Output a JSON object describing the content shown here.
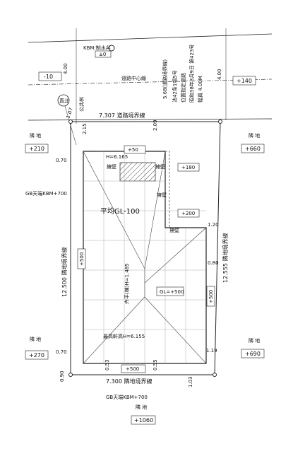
{
  "drawing": {
    "benchmark": {
      "label": "KBM:制水弁",
      "value": "±0"
    },
    "road_center_label": "道路中心線",
    "road_boundary": "7.307 道路境界線",
    "road_law_lines": [
      "法42条1項5号",
      "位置指定道路",
      "昭和38年3月9日 第423号",
      "幅員 4.00M"
    ],
    "road_vertical_dim": "5.68(道路境界線)",
    "level_boxes": {
      "nw_road": "-10",
      "ne_road": "+140",
      "west_upper": "+210",
      "east_upper": "+660",
      "west_lower": "+270",
      "east_lower": "+690",
      "south": "+1060",
      "site_top": "+50",
      "site_ne": "+180",
      "site_mid": "+200",
      "west_inner": "+500",
      "east_inner": "+500",
      "bottom_inner": "+500",
      "gl": "GL=+500"
    },
    "neighbor_label": "隣 地",
    "wall_labels": [
      "擁壁",
      "擁壁",
      "擁壁",
      "擁壁"
    ],
    "avg_gl": "平均GL-100",
    "max_height": "H=6.165",
    "eave_height": "最高軒高H=6.155",
    "center_line_lbl": "卉平(棟)H=1.485",
    "gb_top": "GB天端KBM+700",
    "gb_bottom": "GB天端KBM+700",
    "west_boundary": "12.500 隣地境界線",
    "east_boundary": "12.555 隣地境界線",
    "south_boundary": "7.300 隣地境界線",
    "dims": {
      "d400_left": "4.00",
      "d400_right": "4.00",
      "d215": "2.15",
      "d209": "2.09",
      "d070_top": "0.70",
      "d070_bot": "0.70",
      "d120": "1.20",
      "d080": "0.80",
      "d119": "1.19",
      "d090": "0.90",
      "d103": "1.03",
      "d107": "1.07",
      "d053": "0.53",
      "d055": "0.55"
    },
    "north_mark": "真北",
    "meridian_lbl": "公共桝"
  }
}
